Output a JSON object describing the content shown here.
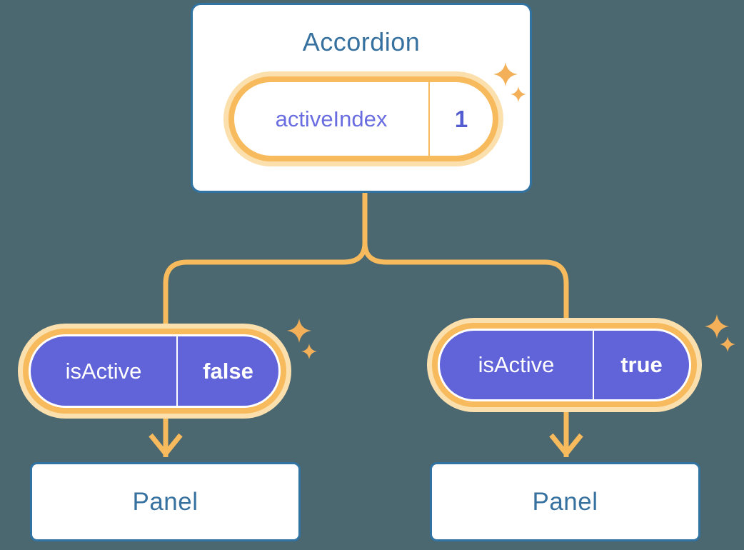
{
  "colors": {
    "background": "#4B6770",
    "node_bg": "#FFFFFF",
    "node_border": "#3173A3",
    "node_text": "#36719F",
    "line_orange": "#F7BA5C",
    "glow_peach": "#FBDFAC",
    "sparkle_orange": "#F3B058",
    "pill_purple": "#6163D8",
    "pill_purple_text": "#6A6DE0",
    "pill_value_text": "#545CD1",
    "pill_white_text": "#FFFFFF"
  },
  "accordion": {
    "title": "Accordion",
    "state_label": "activeIndex",
    "state_value": "1"
  },
  "left_branch": {
    "prop_label": "isActive",
    "prop_value": "false",
    "panel_title": "Panel"
  },
  "right_branch": {
    "prop_label": "isActive",
    "prop_value": "true",
    "panel_title": "Panel"
  }
}
